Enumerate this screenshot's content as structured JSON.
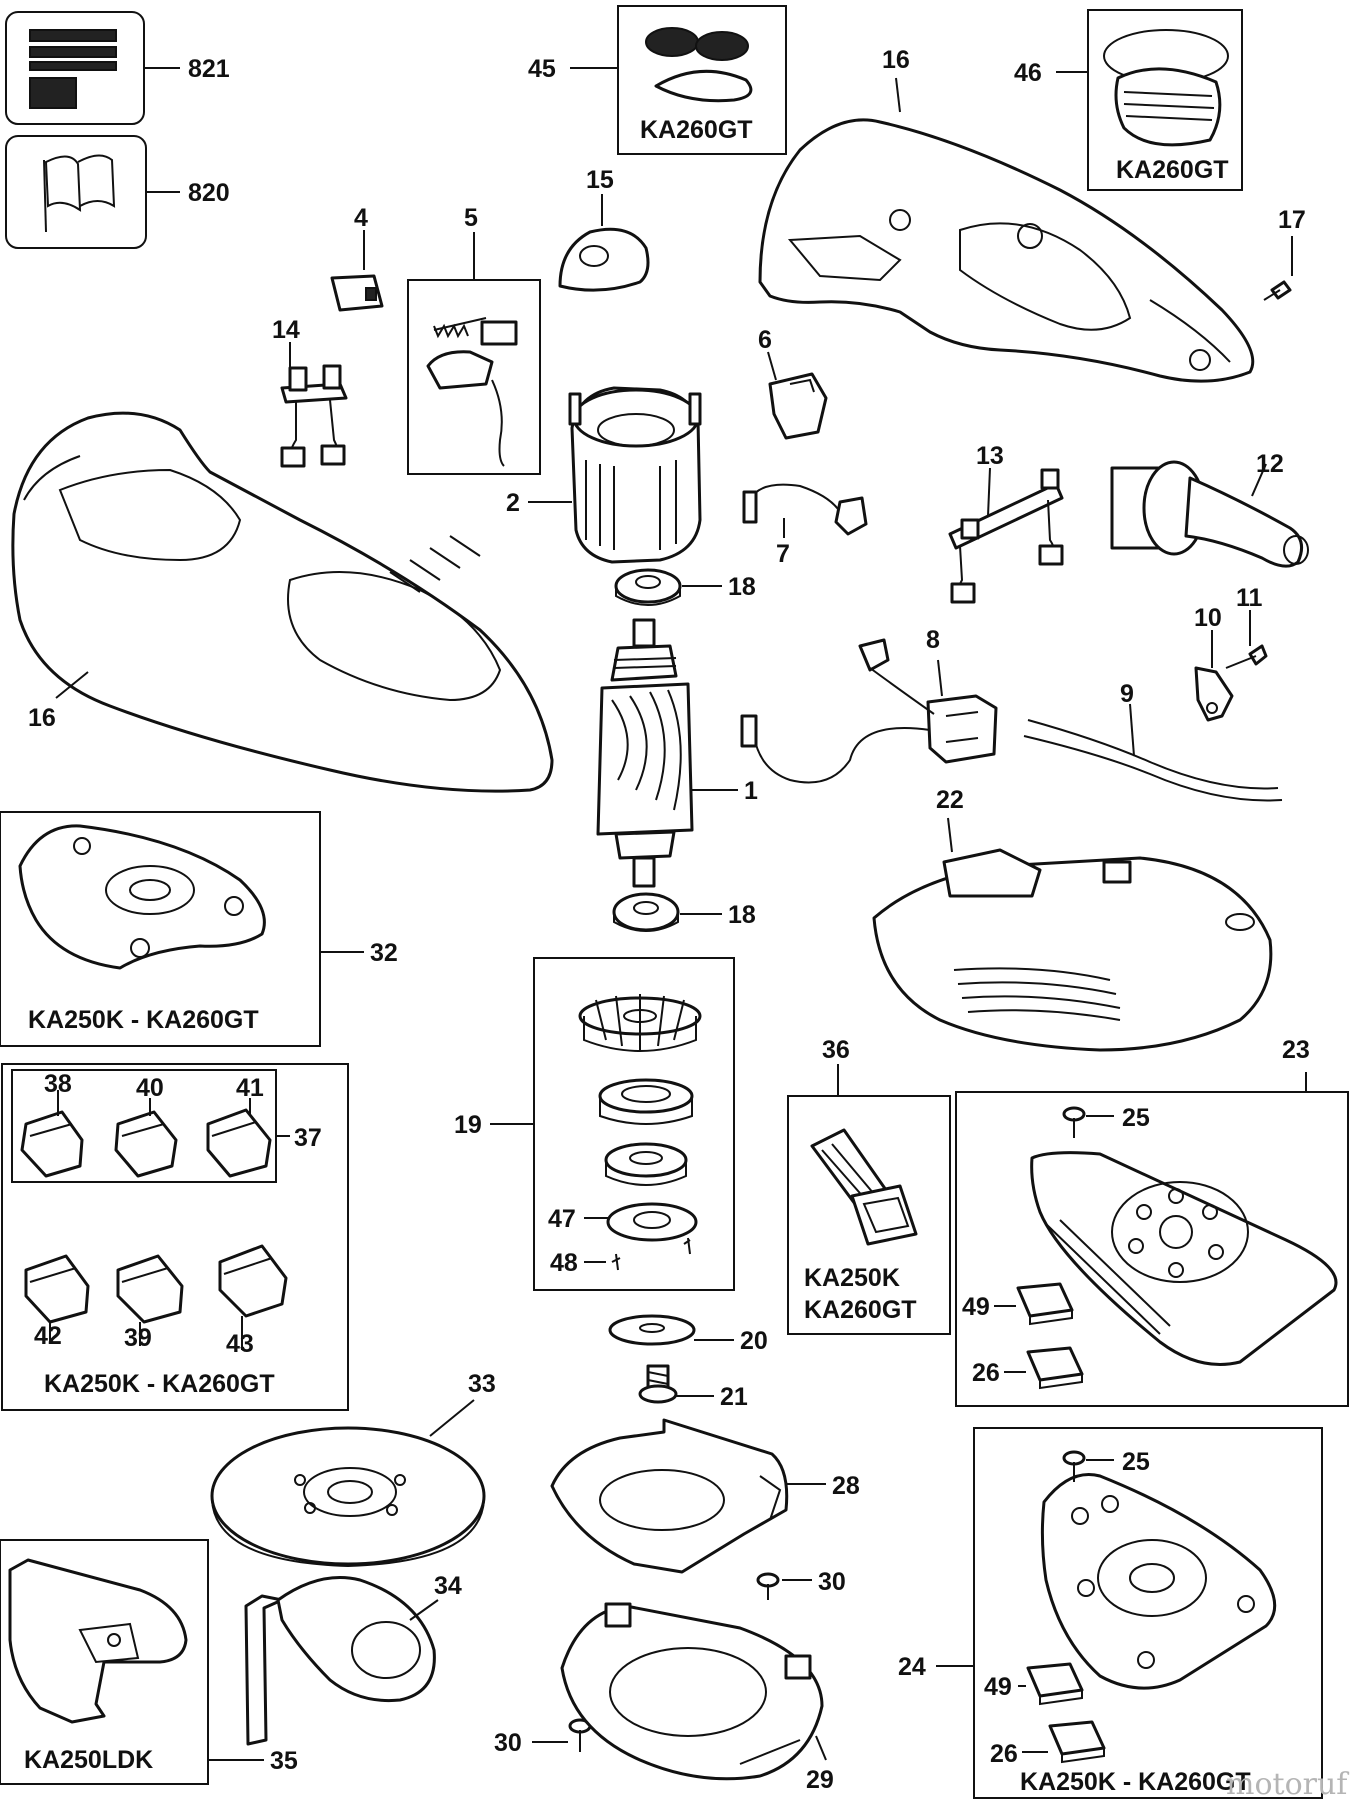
{
  "models": {
    "ka260gt": "KA260GT",
    "ka250k": "KA250K",
    "ka250ldk": "KA250LDK",
    "ka250k_ka260gt": "KA250K - KA260GT"
  },
  "parts": {
    "p1": "1",
    "p2": "2",
    "p4": "4",
    "p5": "5",
    "p6": "6",
    "p7": "7",
    "p8": "8",
    "p9": "9",
    "p10": "10",
    "p11": "11",
    "p12": "12",
    "p13": "13",
    "p14": "14",
    "p15": "15",
    "p16": "16",
    "p17": "17",
    "p18": "18",
    "p19": "19",
    "p20": "20",
    "p21": "21",
    "p22": "22",
    "p23": "23",
    "p24": "24",
    "p25": "25",
    "p26": "26",
    "p28": "28",
    "p29": "29",
    "p30": "30",
    "p32": "32",
    "p33": "33",
    "p34": "34",
    "p35": "35",
    "p36": "36",
    "p37": "37",
    "p38": "38",
    "p39": "39",
    "p40": "40",
    "p41": "41",
    "p42": "42",
    "p43": "43",
    "p45": "45",
    "p46": "46",
    "p47": "47",
    "p48": "48",
    "p49": "49",
    "p820": "820",
    "p821": "821"
  },
  "watermark": "motoruf"
}
